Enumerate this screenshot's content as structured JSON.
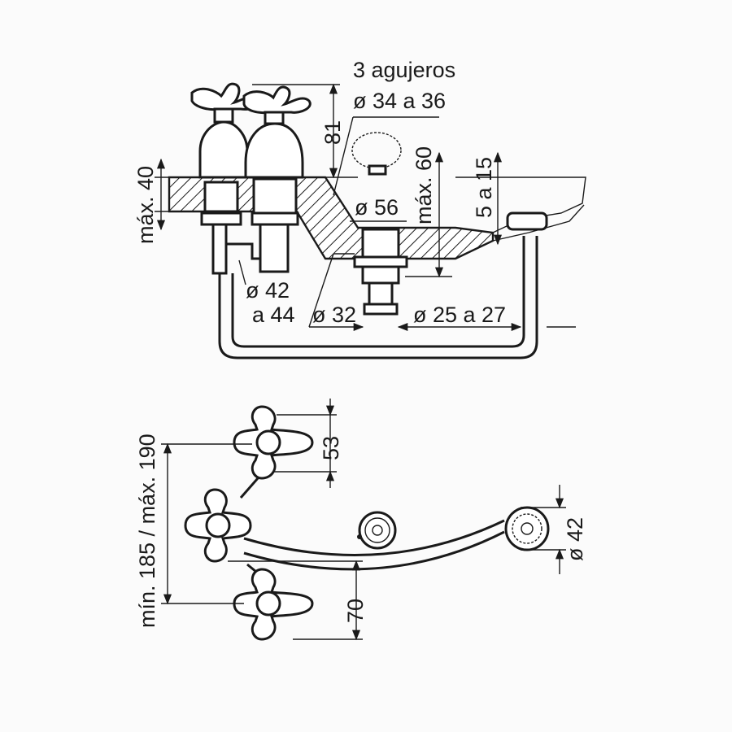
{
  "top_view_labels": {
    "holes_count": "3 agujeros",
    "holes_diameter": "ø 34 a 36",
    "height_81": "81",
    "max_60": "máx. 60",
    "range_5_15": "5 a 15",
    "max_40": "máx. 40",
    "dia_56": "ø 56",
    "dia_42_44_line1": "ø 42",
    "dia_42_44_line2": "a 44",
    "dia_32": "ø 32",
    "dia_25_27": "ø 25 a 27"
  },
  "plan_view_labels": {
    "spacing_range": "mín. 185 / máx. 190",
    "dim_53": "53",
    "dim_70": "70",
    "dia_42": "ø 42"
  },
  "colors": {
    "ink": "#1a1a1a",
    "background": "#fbfbfb"
  }
}
